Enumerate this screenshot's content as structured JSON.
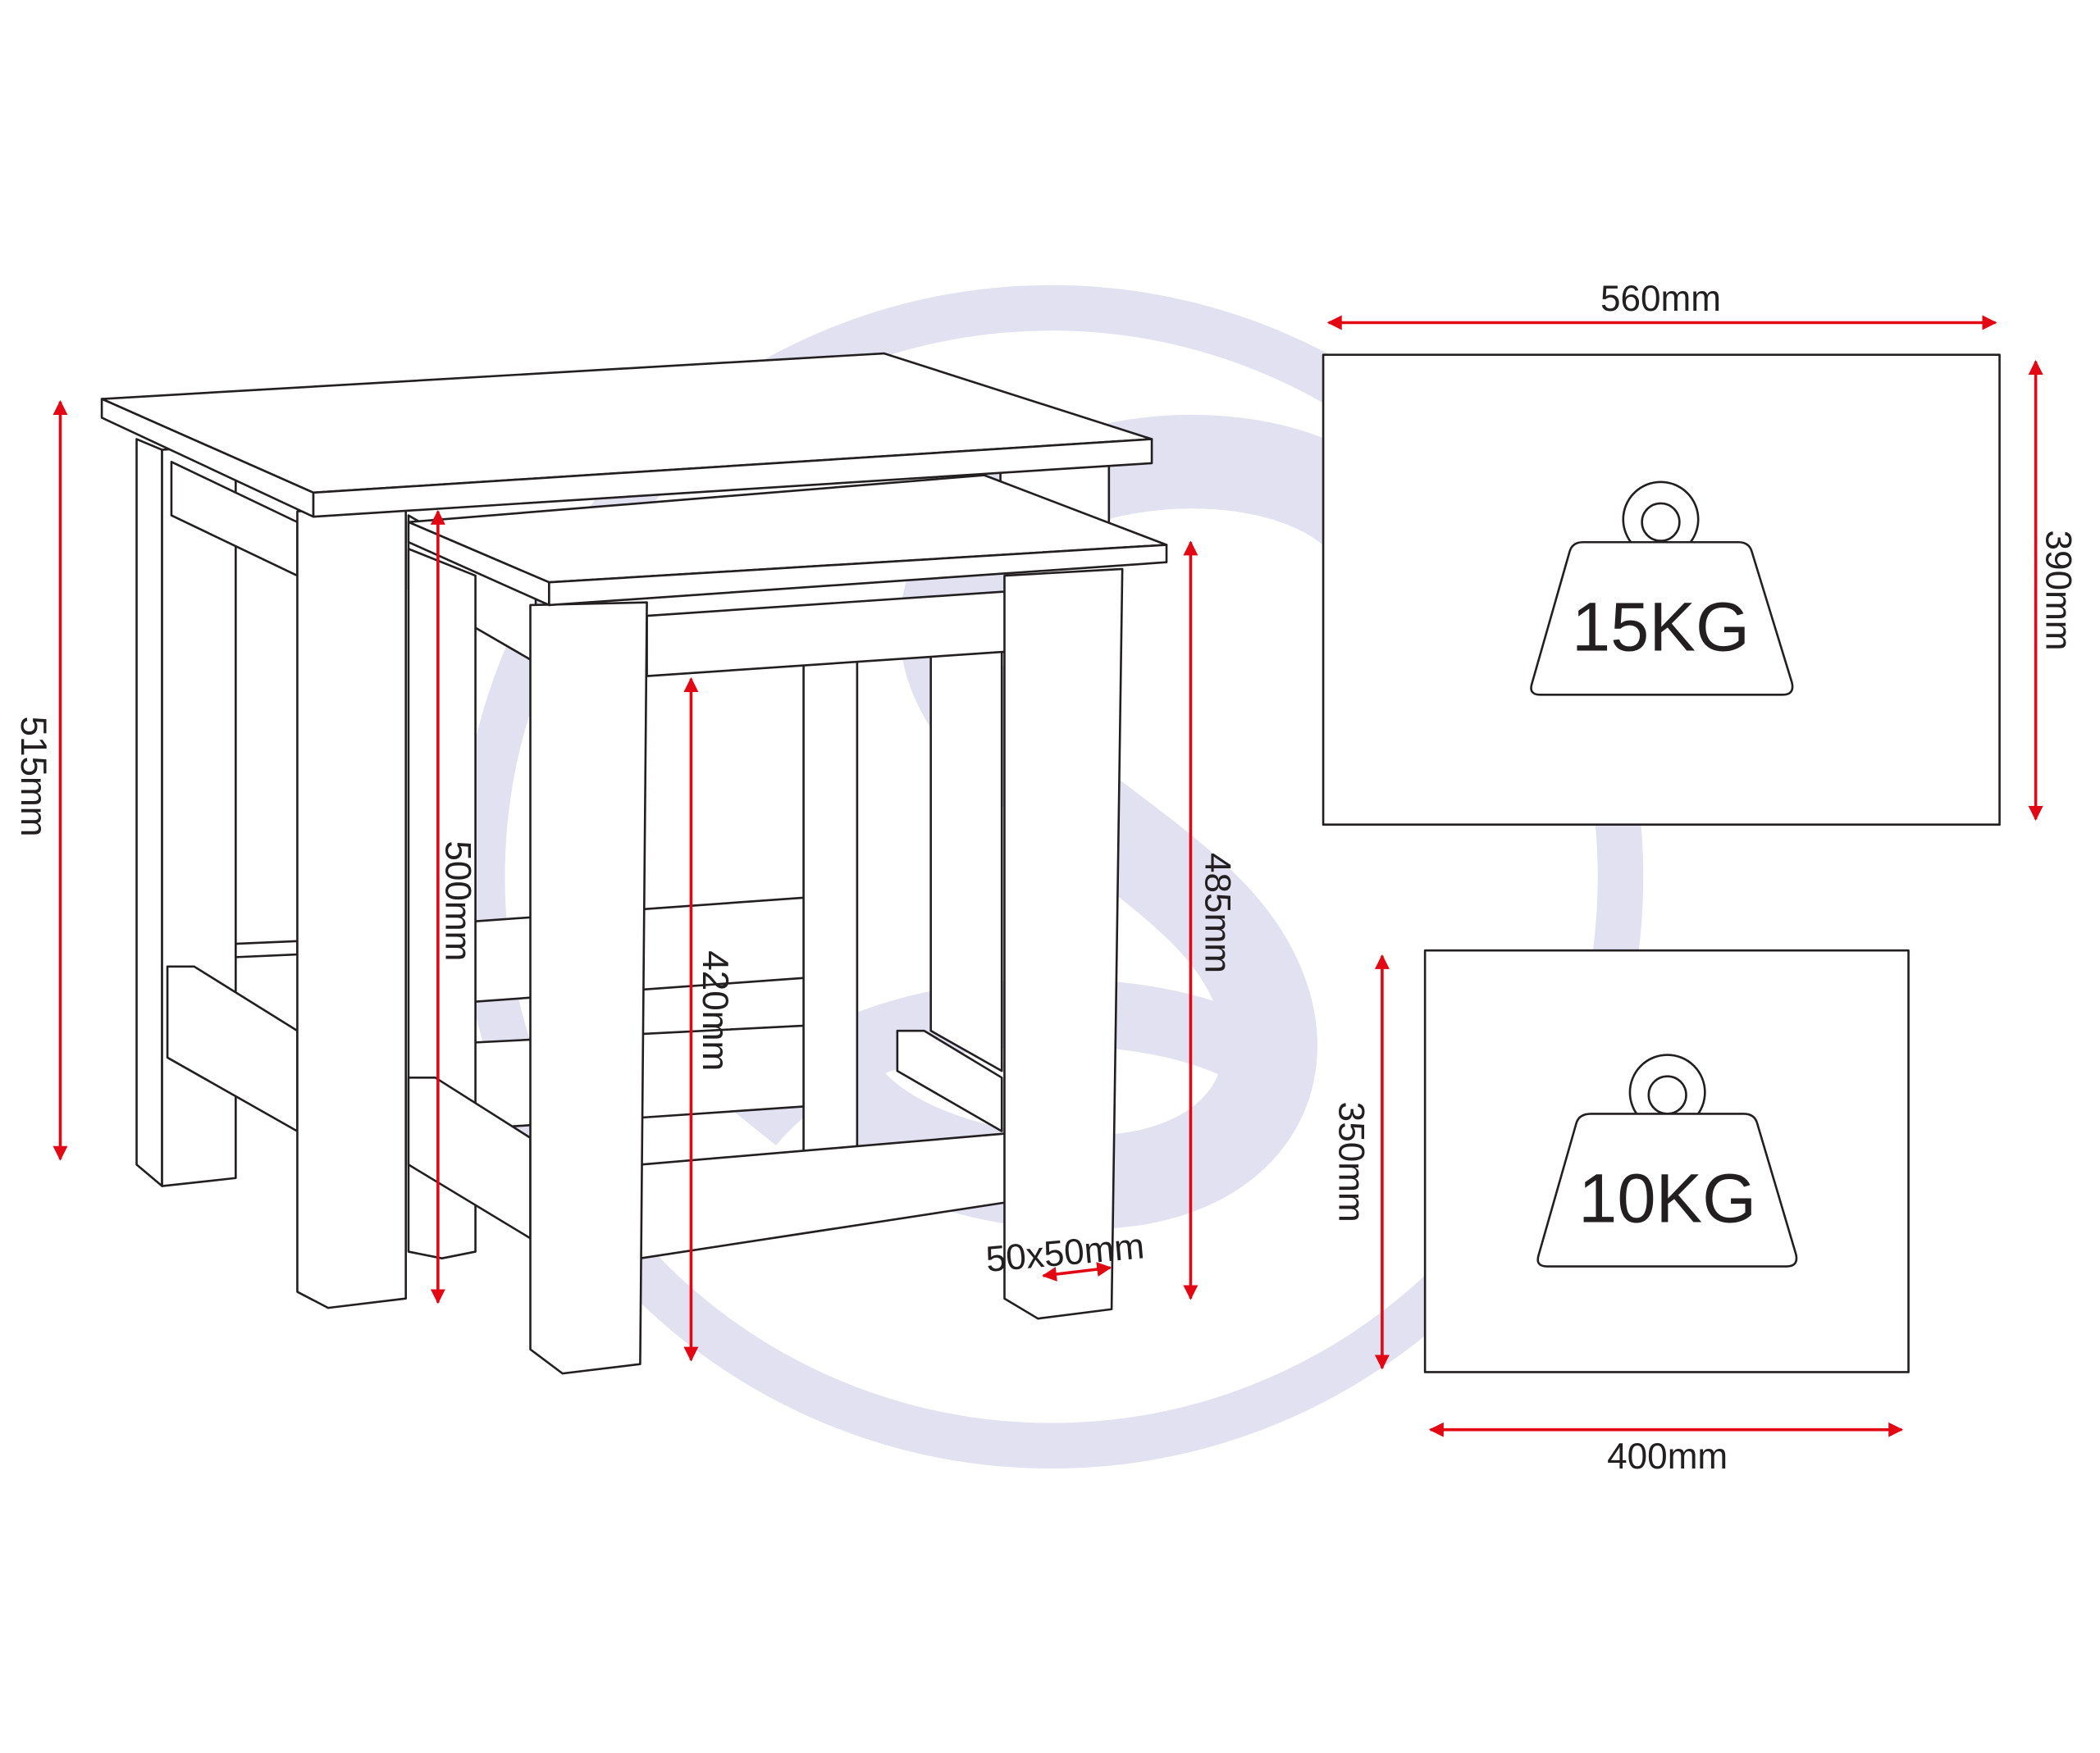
{
  "dimensions": {
    "nest_height_large": "515mm",
    "nest_height_medium": "500mm",
    "inner_clearance": "420mm",
    "small_table_height": "485mm",
    "leg_section": "50x50mm",
    "large_top_width": "560mm",
    "large_top_depth": "390mm",
    "small_top_depth": "350mm",
    "small_top_width": "400mm"
  },
  "load_ratings": {
    "large": "15KG",
    "small": "10KG"
  },
  "colors": {
    "dimension": "#e30613",
    "watermark": "#e1e1f2",
    "line": "#231f20"
  }
}
